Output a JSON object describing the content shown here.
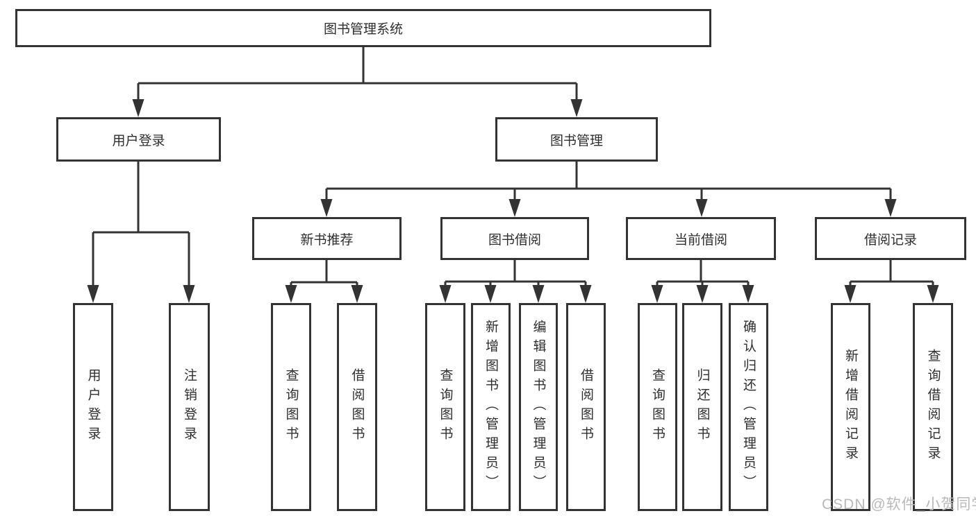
{
  "colors": {
    "line": "#333333",
    "text": "#2e2e2e",
    "watermark": "#b9b9b9",
    "background": "#ffffff"
  },
  "watermark": {
    "text": "CSDN @软件_小贺同学"
  },
  "tree": {
    "label": "图书管理系统",
    "children": [
      {
        "label": "用户登录",
        "children": [
          {
            "label": "用户登录"
          },
          {
            "label": "注销登录"
          }
        ]
      },
      {
        "label": "图书管理",
        "children": [
          {
            "label": "新书推荐",
            "children": [
              {
                "label": "查询图书"
              },
              {
                "label": "借阅图书"
              }
            ]
          },
          {
            "label": "图书借阅",
            "children": [
              {
                "label": "查询图书"
              },
              {
                "label": "新增图书（管理员）"
              },
              {
                "label": "编辑图书（管理员）"
              },
              {
                "label": "借阅图书"
              }
            ]
          },
          {
            "label": "当前借阅",
            "children": [
              {
                "label": "查询图书"
              },
              {
                "label": "归还图书"
              },
              {
                "label": "确认归还（管理员）"
              }
            ]
          },
          {
            "label": "借阅记录",
            "children": [
              {
                "label": "新增借阅记录"
              },
              {
                "label": "查询借阅记录"
              }
            ]
          }
        ]
      }
    ]
  }
}
